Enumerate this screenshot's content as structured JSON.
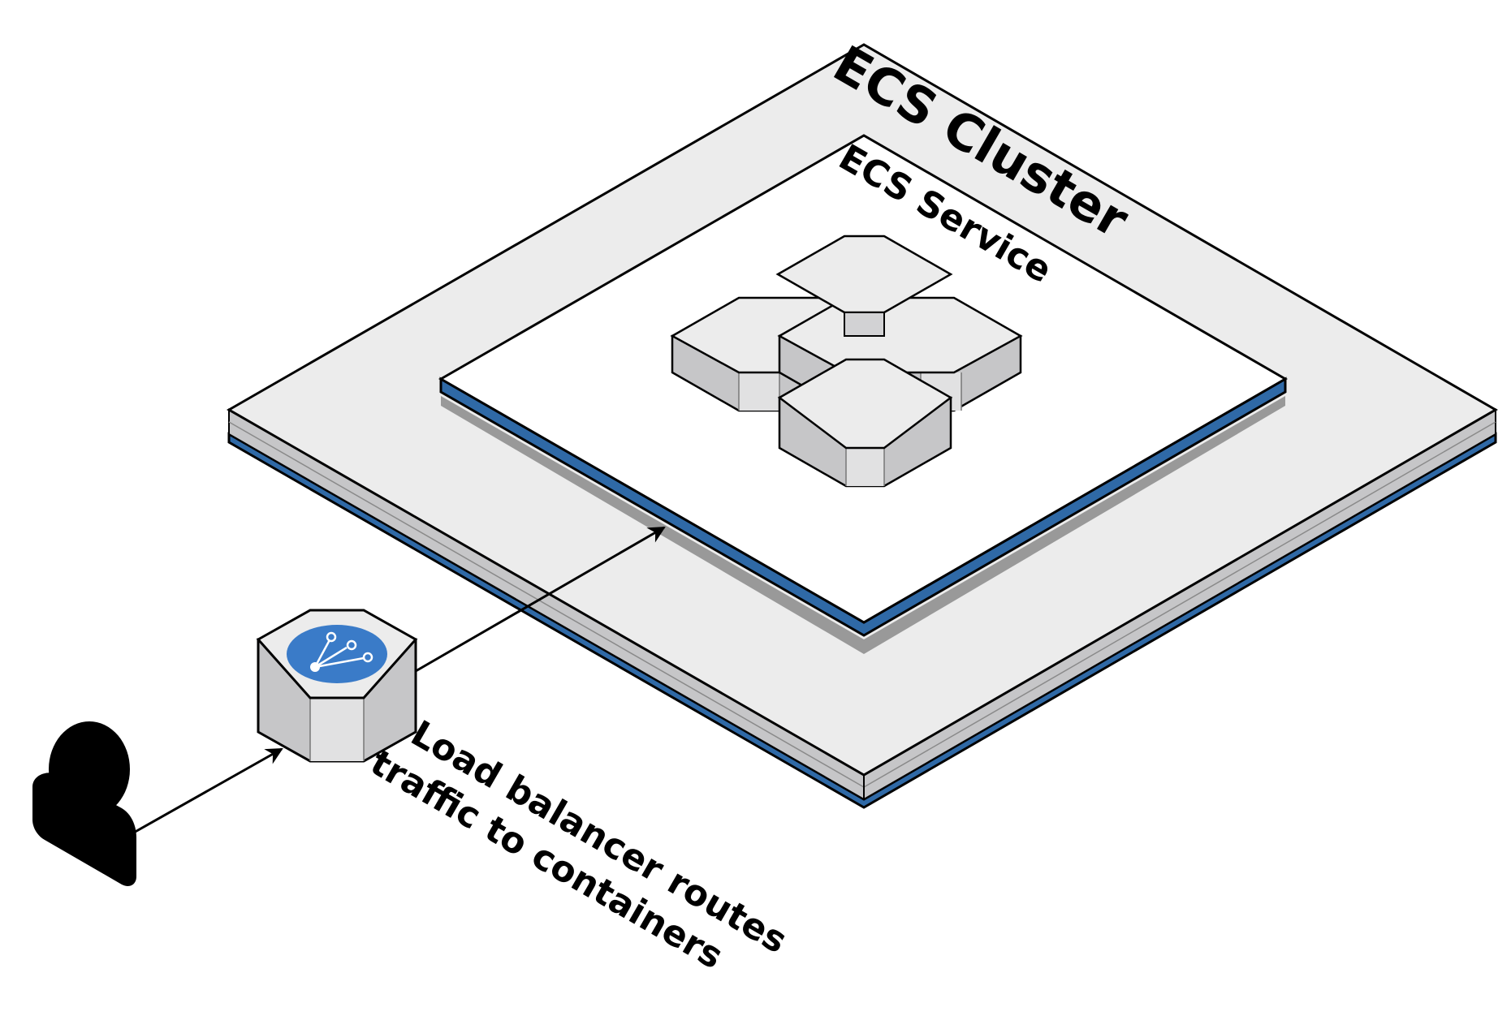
{
  "cluster": {
    "label": "ECS Cluster"
  },
  "service": {
    "label": "ECS Service"
  },
  "load_balancer": {
    "icon": "load-balancer-icon",
    "caption_line1": "Load balancer routes",
    "caption_line2": "traffic to containers"
  },
  "user": {
    "icon": "user-icon"
  },
  "colors": {
    "platform_top": "#ececec",
    "platform_side": "#c6c6c8",
    "accent_blue": "#2f69a6",
    "icon_blue": "#3a7bc8",
    "shadow": "#999999"
  }
}
